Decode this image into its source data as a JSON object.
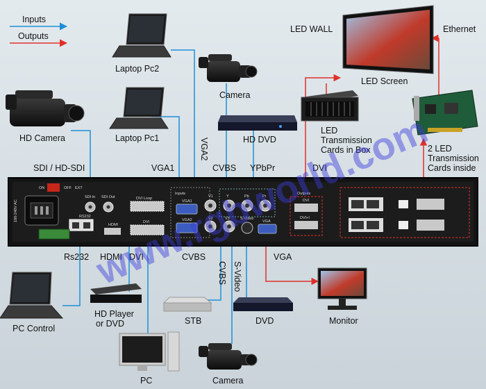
{
  "legend": {
    "inputs": "Inputs",
    "outputs": "Outputs",
    "input_color": "#1e8fd6",
    "output_color": "#e0302a"
  },
  "labels": {
    "laptop_pc2": "Laptop Pc2",
    "laptop_pc1": "Laptop Pc1",
    "camera_top": "Camera",
    "hd_camera": "HD Camera",
    "hd_dvd": "HD DVD",
    "led_wall": "LED WALL",
    "led_screen": "LED Screen",
    "ethernet": "Ethernet",
    "cards_box": [
      "LED",
      "Transmission",
      "Cards in Box"
    ],
    "cards_inside": [
      "2 LED",
      "Transmission",
      "Cards inside"
    ],
    "sdi": "SDI / HD-SDI",
    "vga1": "VGA1",
    "vga2": "VGA2",
    "cvbs_top": "CVBS",
    "ypbpr": "YPbPr",
    "dvi_top": "DVI",
    "rs232": "Rs232",
    "hdmi": "HDMI",
    "dvi_bottom": "DVI",
    "cvbs_left": "CVBS",
    "cvbs_vert": "CVBS",
    "svideo": "S-Video",
    "vga_out": "VGA",
    "pc_control": "PC Control",
    "hd_player": [
      "HD Player",
      "or DVD"
    ],
    "stb": "STB",
    "dvd": "DVD",
    "monitor": "Monitor",
    "pc": "PC",
    "camera_bottom": "Camera"
  },
  "panel": {
    "on": "ON",
    "off": "OFF",
    "ext": "EXT",
    "sdi_in": "SDI In",
    "sdi_out": "SDI Out",
    "dvi_loop": "DVI Loop",
    "rs232": "RS232",
    "hdmi": "HDMI",
    "dvi": "DVI",
    "inputs_tag": "Inputs",
    "outputs_tag": "Outputs",
    "vga1": "VGA1",
    "vga2": "VGA2",
    "v1": "V1",
    "v2": "V2",
    "v3": "V3",
    "y": "Y",
    "pb": "Pb",
    "pr": "Pr",
    "svideo": "S-Video",
    "vga": "VGA",
    "dvi_out": "DVI",
    "dvi_out2": "DVI+I",
    "power": "100-240V AC"
  },
  "watermark": "www.rgbworld.com"
}
